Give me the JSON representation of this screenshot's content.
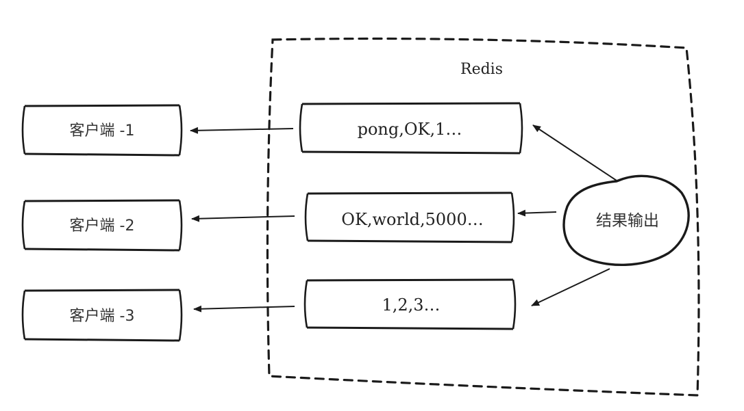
{
  "redis_label": "Redis",
  "clients": [
    {
      "label": "客户端 -1"
    },
    {
      "label": "客户端 -2"
    },
    {
      "label": "客户端 -3"
    }
  ],
  "output_buffers": [
    {
      "text": "pong,OK,1…"
    },
    {
      "text": "OK,world,5000…"
    },
    {
      "text": "1,2,3…"
    }
  ],
  "result_label": "结果输出",
  "colors": {
    "line": "#1a1a1a",
    "text": "#222222",
    "background": "#ffffff"
  }
}
